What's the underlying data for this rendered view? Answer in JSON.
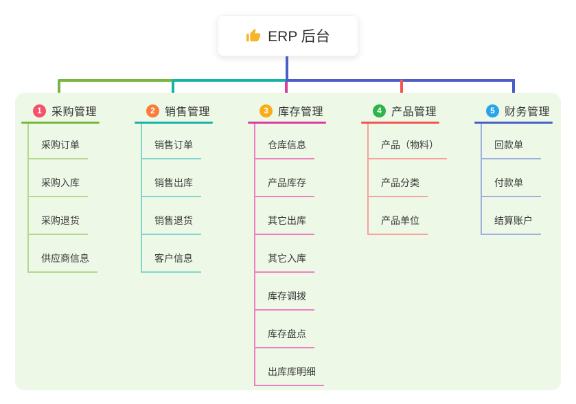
{
  "root": {
    "label": "ERP 后台",
    "icon": "thumbs-up"
  },
  "colors": {
    "canvas_bg": "#ffffff",
    "panel_bg": "#edf8e7",
    "trunk": "#4a5ec8",
    "root_icon": "#f7b52c",
    "title_text": "#333333",
    "child_text": "#3a3a3a"
  },
  "branches": [
    {
      "index": "1",
      "title": "采购管理",
      "badge_color": "#f4516d",
      "line_color": "#76b83d",
      "child_line_color": "#b2d98e",
      "children": [
        "采购订单",
        "采购入库",
        "采购退货",
        "供应商信息"
      ]
    },
    {
      "index": "2",
      "title": "销售管理",
      "badge_color": "#fb7d3d",
      "line_color": "#16b3a8",
      "child_line_color": "#82d5cd",
      "children": [
        "销售订单",
        "销售出库",
        "销售退货",
        "客户信息"
      ]
    },
    {
      "index": "3",
      "title": "库存管理",
      "badge_color": "#fbab18",
      "line_color": "#da3d9e",
      "child_line_color": "#ee7fc0",
      "children": [
        "仓库信息",
        "产品库存",
        "其它出库",
        "其它入库",
        "库存调拨",
        "库存盘点",
        "出库库明细"
      ]
    },
    {
      "index": "4",
      "title": "产品管理",
      "badge_color": "#2db44b",
      "line_color": "#f25650",
      "child_line_color": "#f9a19a",
      "children": [
        "产品（物料）",
        "产品分类",
        "产品单位"
      ]
    },
    {
      "index": "5",
      "title": "财务管理",
      "badge_color": "#29a3ea",
      "line_color": "#4a5ec8",
      "child_line_color": "#9eb0e0",
      "children": [
        "回款单",
        "付款单",
        "结算账户"
      ]
    }
  ]
}
